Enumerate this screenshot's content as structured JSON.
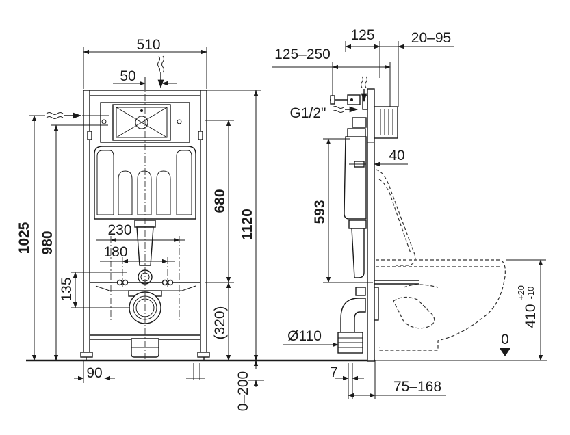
{
  "front_view": {
    "dims": {
      "width_total": "510",
      "offset_supply": "50",
      "height_1025": "1025",
      "height_980": "980",
      "height_680": "680",
      "height_1120": "1120",
      "spacing_230": "230",
      "spacing_180": "180",
      "height_135": "135",
      "height_320": "(320)",
      "foot_90": "90",
      "adjust_0_200": "0–200"
    }
  },
  "side_view": {
    "dims": {
      "depth_125": "125",
      "depth_20_95": "20–95",
      "depth_125_250": "125–250",
      "thread": "G1/2\"",
      "offset_40": "40",
      "height_593": "593",
      "diameter": "Ø110",
      "gap_7": "7",
      "depth_75_168": "75–168",
      "seat_height": "410",
      "seat_tol_plus": "+20",
      "seat_tol_minus": "-10",
      "floor_zero": "0"
    }
  }
}
